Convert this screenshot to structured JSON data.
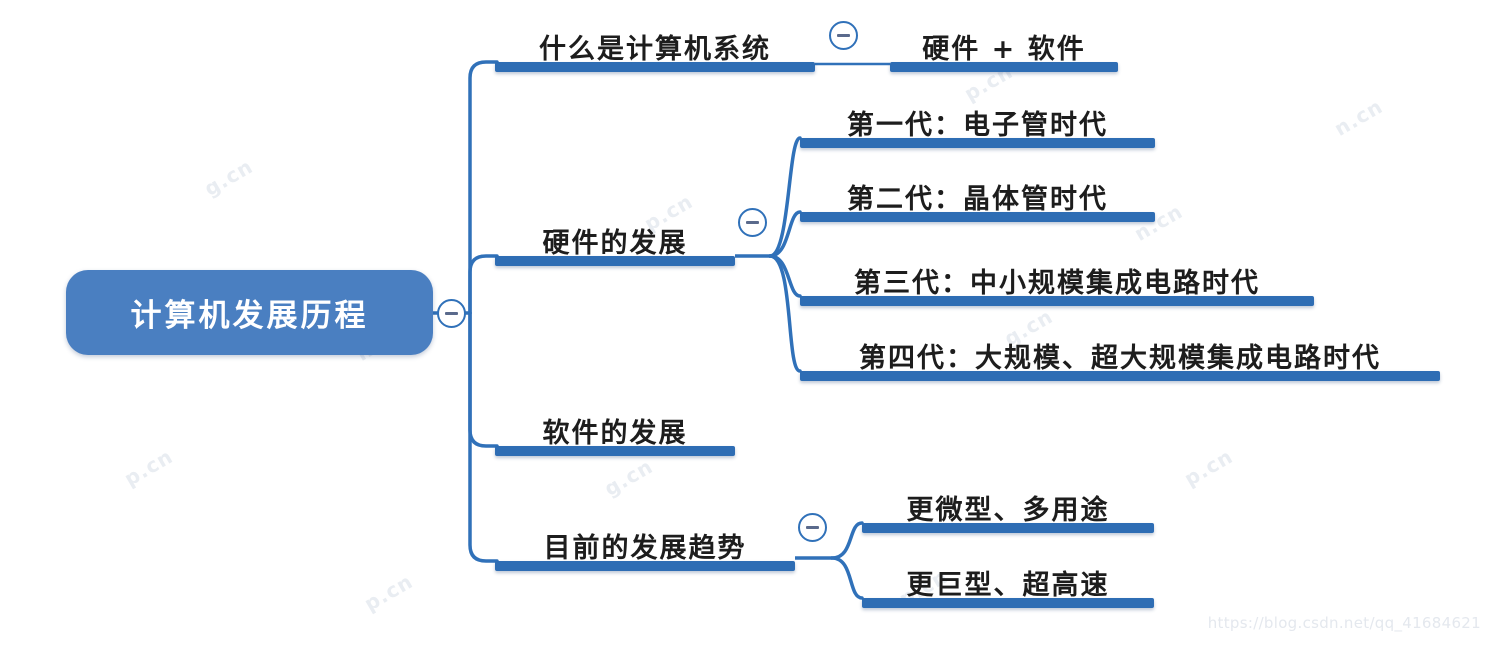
{
  "diagram": {
    "type": "mind-map",
    "title": "计算机发展历程",
    "background_color": "#ffffff",
    "root_color": "#4A7FC1",
    "bar_color": "#2E6DB4",
    "line_color": "#3071B9",
    "text_color": "#1d1d1d",
    "root_text_color": "#ffffff"
  },
  "root": {
    "label": "计算机发展历程",
    "toggle": "collapse-minus"
  },
  "branches": [
    {
      "id": "what-is-computer-system",
      "label": "什么是计算机系统",
      "toggle": "collapse-minus",
      "children": [
        {
          "id": "hardware-plus-software",
          "label": "硬件 + 软件"
        }
      ]
    },
    {
      "id": "hardware-development",
      "label": "硬件的发展",
      "toggle": "collapse-minus",
      "children": [
        {
          "id": "generation-1",
          "label": "第一代：电子管时代"
        },
        {
          "id": "generation-2",
          "label": "第二代：晶体管时代"
        },
        {
          "id": "generation-3",
          "label": "第三代：中小规模集成电路时代"
        },
        {
          "id": "generation-4",
          "label": "第四代：大规模、超大规模集成电路时代"
        }
      ]
    },
    {
      "id": "software-development",
      "label": "软件的发展",
      "toggle": null,
      "children": []
    },
    {
      "id": "current-trends",
      "label": "目前的发展趋势",
      "toggle": "collapse-minus",
      "children": [
        {
          "id": "trend-smaller",
          "label": "更微型、多用途"
        },
        {
          "id": "trend-faster",
          "label": "更巨型、超高速"
        }
      ]
    }
  ],
  "watermark": {
    "credit": "https://blog.csdn.net/qq_41684621",
    "tiles": [
      "p.cn",
      "n.cn",
      "p.cn",
      "g.cn",
      "p.cn",
      "n.cn",
      "p.cn",
      "g.cn",
      "n.cn",
      "p.cn",
      "n.cn",
      "g.cn"
    ]
  }
}
